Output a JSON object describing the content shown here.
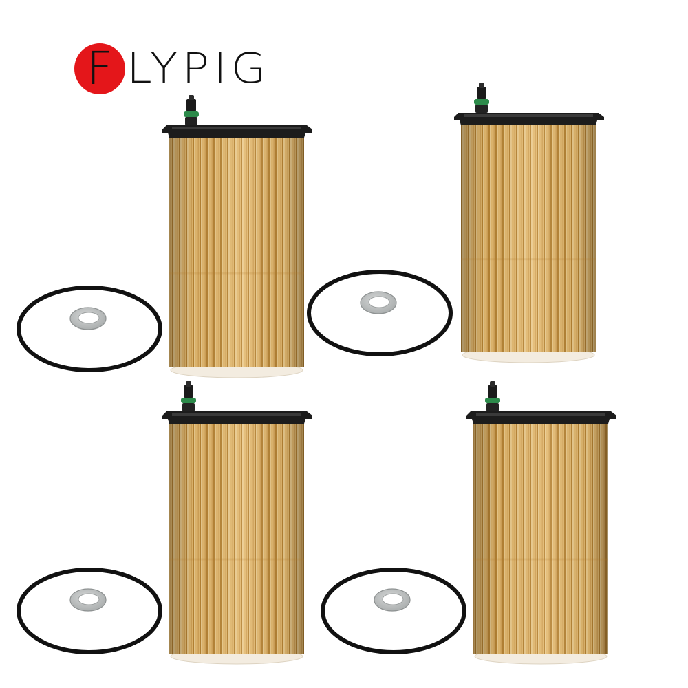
{
  "brand": {
    "first_letter": "F",
    "rest": "LYPIG",
    "circle_color": "#e4161a",
    "text_color": "#111111"
  },
  "colors": {
    "filter_media": "#e1b66c",
    "filter_media_dark": "#b07c2b",
    "end_cap": "#1c1c1c",
    "bottom_ring": "#f3ece0",
    "o_ring": "#111111",
    "washer": "#b9bcbc",
    "valve_green": "#2c8a4a"
  },
  "product": {
    "filter_count": 4,
    "items": [
      {
        "name": "oil-filter-1",
        "o_ring": true,
        "washer": true
      },
      {
        "name": "oil-filter-2",
        "o_ring": true,
        "washer": true
      },
      {
        "name": "oil-filter-3",
        "o_ring": true,
        "washer": true
      },
      {
        "name": "oil-filter-4",
        "o_ring": true,
        "washer": true
      }
    ]
  }
}
